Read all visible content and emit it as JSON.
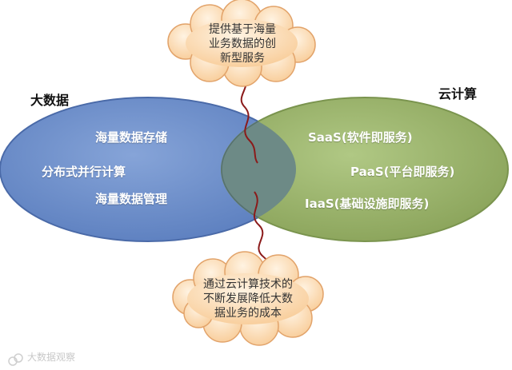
{
  "top_cloud": {
    "lines": [
      "提供基于海量",
      "业务数据的创",
      "新型服务"
    ]
  },
  "bottom_cloud": {
    "lines": [
      "通过云计算技术的",
      "不断发展降低大数",
      "据业务的成本"
    ]
  },
  "big_data": {
    "title": "大数据",
    "items": [
      "海量数据存储",
      "分布式并行计算",
      "海量数据管理"
    ]
  },
  "cloud_computing": {
    "title": "云计算",
    "items": [
      "SaaS(软件即服务)",
      "PaaS(平台即服务)",
      "IaaS(基础设施即服务)"
    ]
  },
  "watermark": "大数据观察",
  "colors": {
    "big_data_fill": "#6f8fc8",
    "cloud_fill": "#9bb36a",
    "overlap_fill": "#6e8c83",
    "cloud_bubble_fill": "#fcdcb4",
    "connector_line": "#8b1a1a"
  }
}
